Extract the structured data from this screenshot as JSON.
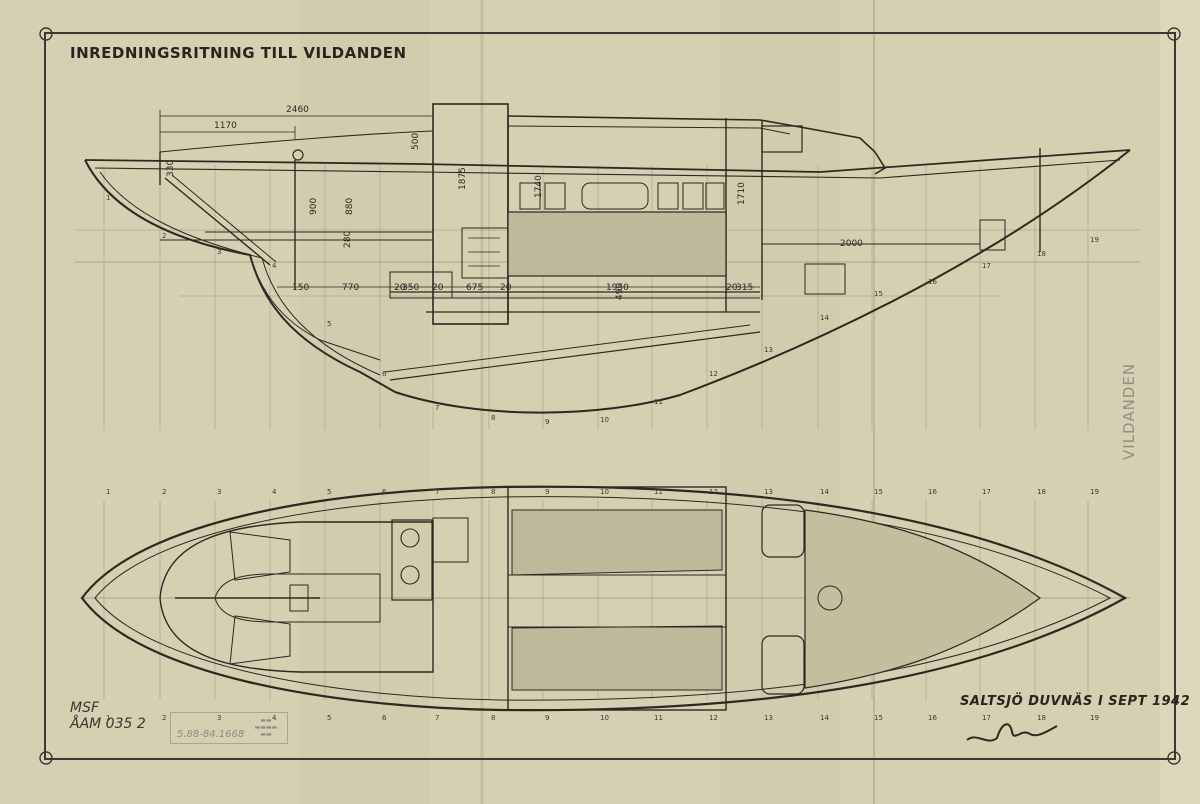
{
  "title": "Inredningsritning till Vildanden",
  "place_date": "Saltsjö Duvnäs i sept 1942",
  "side_label": "Vildanden",
  "archive": {
    "line1": "MSF",
    "line2": "ÅAM 035 2",
    "stamp_date": "5.88-84.1668"
  },
  "dimensions": {
    "d2460": "2460",
    "d1170": "1170",
    "d500": "500",
    "d330": "330",
    "d1875": "1875",
    "d1740": "1740",
    "d1710": "1710",
    "d900": "900",
    "d880": "880",
    "d280": "280",
    "d2000": "2000",
    "d150": "150",
    "d770": "770",
    "d20a": "20",
    "d350": "350",
    "d20b": "20",
    "d675": "675",
    "d20c": "20",
    "d1950": "1950",
    "d490": "490",
    "d20d": "20",
    "d315": "315"
  },
  "profile_stations": [
    "1",
    "2",
    "3",
    "4",
    "5",
    "6",
    "7",
    "8",
    "9",
    "10",
    "11",
    "12",
    "13",
    "14",
    "15",
    "16",
    "17",
    "18",
    "19"
  ],
  "plan_stations": [
    "1",
    "2",
    "3",
    "4",
    "5",
    "6",
    "7",
    "8",
    "9",
    "10",
    "11",
    "12",
    "13",
    "14",
    "15",
    "16",
    "17",
    "18",
    "19"
  ]
}
